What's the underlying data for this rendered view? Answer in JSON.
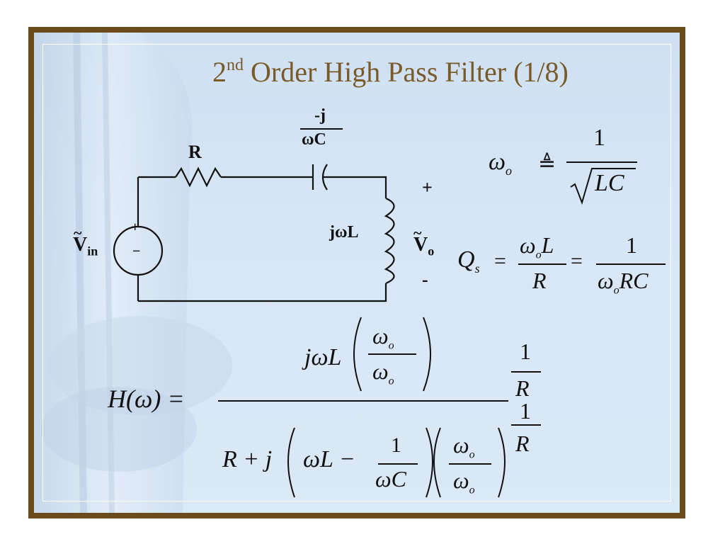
{
  "slide": {
    "title_prefix": "2",
    "title_sup": "nd",
    "title_rest": " Order High Pass Filter (1/8)"
  },
  "circuit": {
    "resistor_label": "R",
    "capacitor_label_num": "-j",
    "capacitor_label_den": "ωC",
    "inductor_label": "jωL",
    "source_plus": "+",
    "source_minus": "−",
    "vin_label": "V",
    "vin_sub": "in",
    "vo_label": "V",
    "vo_sub": "o",
    "vo_plus": "+",
    "vo_minus": "-",
    "tilde": "~"
  },
  "equations": {
    "omega_o_lhs": "ω",
    "omega_o_sub": "o",
    "defeq": "≜",
    "one": "1",
    "sqrt_lc": "LC",
    "qs": "Q",
    "qs_sub": "s",
    "eq": "=",
    "r": "R",
    "omega_o_rc": "RC",
    "h_omega": "H(ω) =",
    "j_omega_l": "jωL",
    "r_plus_j": "R + j",
    "omega_l_minus": "ωL −",
    "omega_c": "ωC"
  },
  "colors": {
    "frame": "#6b4a1c",
    "title": "#7a5a28",
    "slide_bg": "#d7e6f6"
  }
}
